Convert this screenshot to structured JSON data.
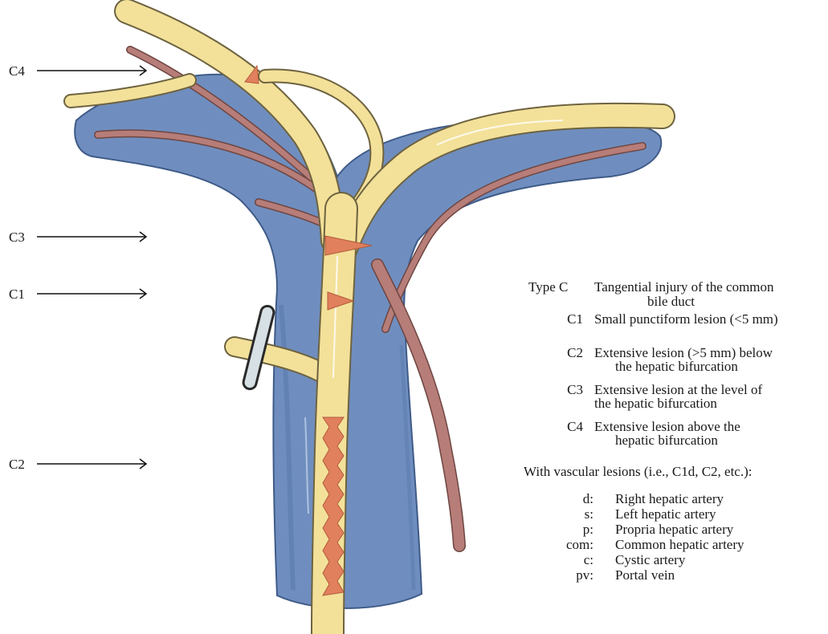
{
  "arrows": [
    {
      "label": "C4"
    },
    {
      "label": "C3"
    },
    {
      "label": "C1"
    },
    {
      "label": "C2"
    }
  ],
  "legend": {
    "type_code": "Type C",
    "type_desc_line1": "Tangential injury of the common",
    "type_desc_line2": "bile duct",
    "items": [
      {
        "code": "C1",
        "line1": "Small punctiform lesion (<5 mm)",
        "line2": ""
      },
      {
        "code": "C2",
        "line1": "Extensive lesion (>5 mm) below",
        "line2": "the hepatic bifurcation"
      },
      {
        "code": "C3",
        "line1": "Extensive lesion at the level of",
        "line2": "the hepatic bifurcation"
      },
      {
        "code": "C4",
        "line1": "Extensive lesion above the",
        "line2": "hepatic bifurcation"
      }
    ],
    "vascular_heading": "With vascular lesions (i.e., C1d, C2, etc.):",
    "vascular": [
      {
        "code": "d:",
        "desc": "Right hepatic artery"
      },
      {
        "code": "s:",
        "desc": "Left hepatic artery"
      },
      {
        "code": "p:",
        "desc": "Propria hepatic artery"
      },
      {
        "code": "com:",
        "desc": "Common hepatic artery"
      },
      {
        "code": "c:",
        "desc": "Cystic artery"
      },
      {
        "code": "pv:",
        "desc": "Portal vein"
      }
    ]
  },
  "colors": {
    "portal_vein": "#6f8ebf",
    "portal_vein_dark": "#4c6a9c",
    "bile_duct": "#f3e19a",
    "bile_duct_outline": "#6e6340",
    "artery": "#b77d78",
    "artery_outline": "#6e4642",
    "lesion": "#e0805c",
    "clip": "#d7e0e5"
  }
}
